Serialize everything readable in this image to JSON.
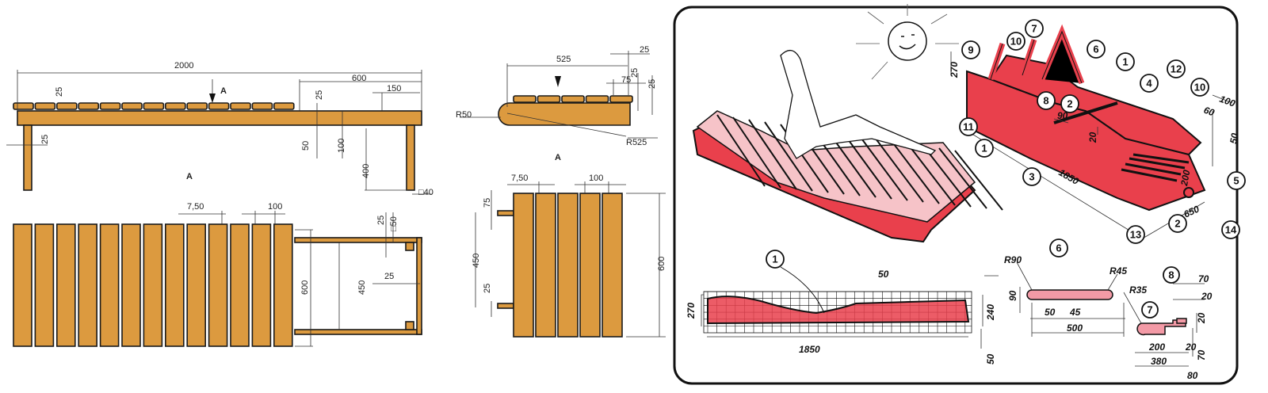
{
  "side_view": {
    "labels": [
      "2000",
      "25",
      "A",
      "600",
      "150",
      "25",
      "50",
      "100",
      "400",
      "□40",
      "25",
      "A"
    ]
  },
  "top_view": {
    "labels": [
      "7,50",
      "100",
      "600",
      "450",
      "25",
      "□50",
      "25"
    ]
  },
  "headrest_side": {
    "labels": [
      "525",
      "25",
      "75",
      "25",
      "25",
      "R50",
      "R525",
      "A"
    ]
  },
  "headrest_top": {
    "labels": [
      "7,50",
      "100",
      "75",
      "450",
      "25",
      "600"
    ]
  },
  "assembly": {
    "callouts": [
      "9",
      "10",
      "7",
      "6",
      "1",
      "4",
      "12",
      "10",
      "8",
      "2",
      "11",
      "1",
      "3",
      "13",
      "2",
      "14",
      "5"
    ],
    "dims": [
      "270",
      "90",
      "20",
      "1850",
      "200",
      "650",
      "100",
      "60",
      "50"
    ]
  },
  "part_1": {
    "callout": "1",
    "dims": [
      "50",
      "270",
      "240",
      "1850",
      "50"
    ]
  },
  "part_6": {
    "callout": "6",
    "dims": [
      "R90",
      "R45",
      "90",
      "50",
      "45",
      "500"
    ]
  },
  "part_7_8": {
    "callouts": [
      "7",
      "8"
    ],
    "dims": [
      "R35",
      "70",
      "20",
      "20",
      "20",
      "70",
      "200",
      "380",
      "80"
    ]
  },
  "colors": {
    "wood": "#dc9a3f",
    "frame_red": "#e9404c",
    "outline": "#1a1a1a"
  }
}
